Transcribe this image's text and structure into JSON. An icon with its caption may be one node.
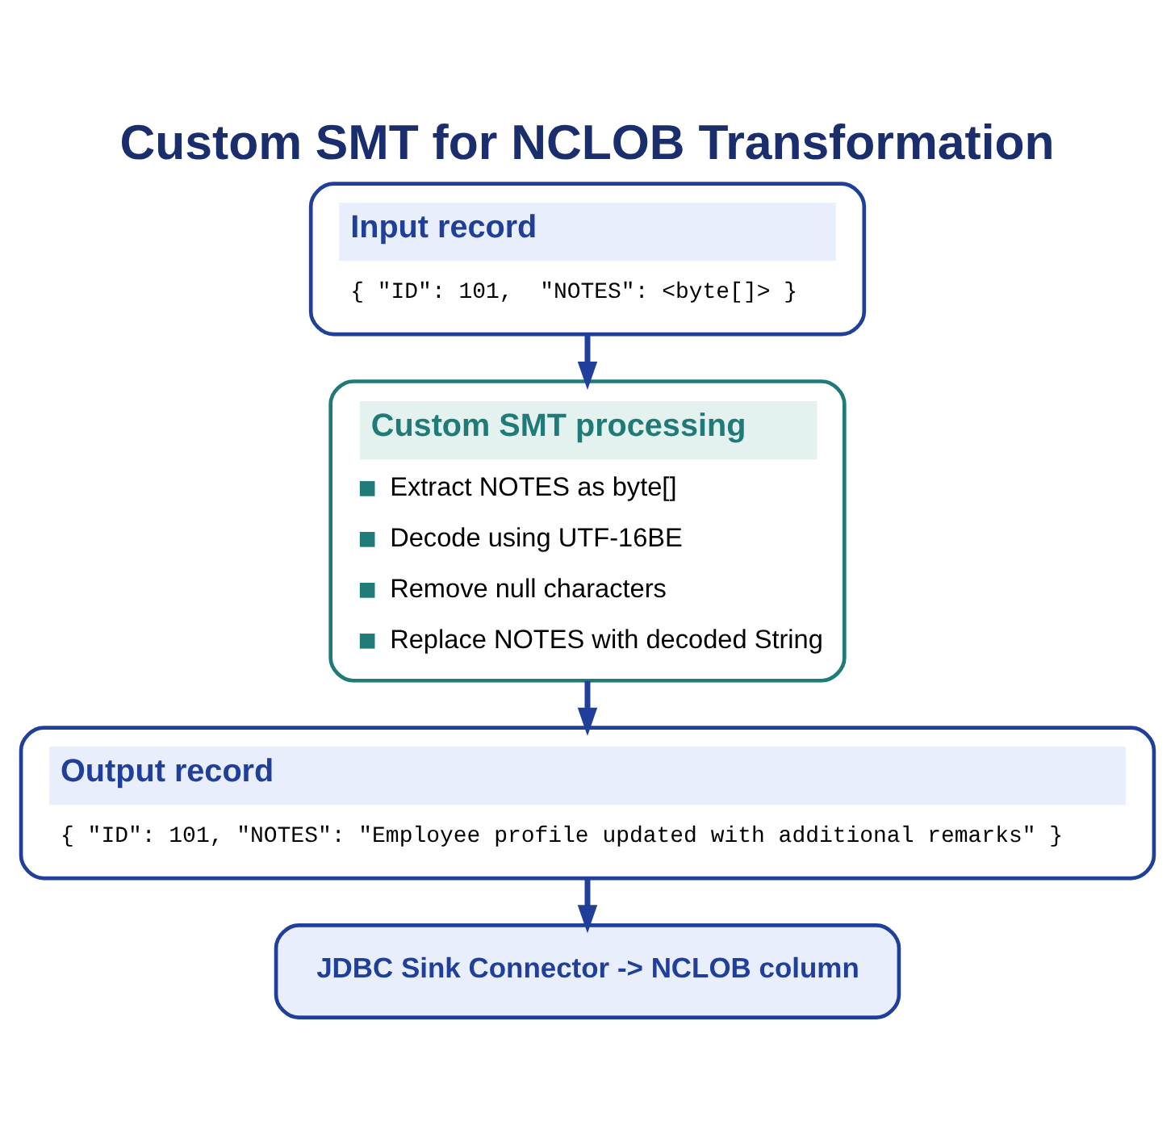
{
  "diagram": {
    "title": "Custom SMT for NCLOB Transformation",
    "nodes": [
      {
        "text": [
          "Input record",
          "{ \"ID\": 101,  \"NOTES\": <byte[]> }"
        ]
      },
      {
        "text": [
          "Custom SMT processing",
          "Extract NOTES as byte[]",
          "Decode using UTF-16BE",
          "Remove null characters",
          "Replace NOTES with decoded String"
        ]
      },
      {
        "text": [
          "Output record",
          "{ \"ID\": 101, \"NOTES\": \"Employee profile updated with additional remarks\" }"
        ]
      },
      {
        "text": [
          "JDBC Sink Connector -> NCLOB column"
        ]
      }
    ],
    "edges": [
      {
        "from": 0,
        "to": 1,
        "arrow": "to"
      },
      {
        "from": 1,
        "to": 2,
        "arrow": "to"
      },
      {
        "from": 2,
        "to": 3,
        "arrow": "to"
      }
    ]
  }
}
